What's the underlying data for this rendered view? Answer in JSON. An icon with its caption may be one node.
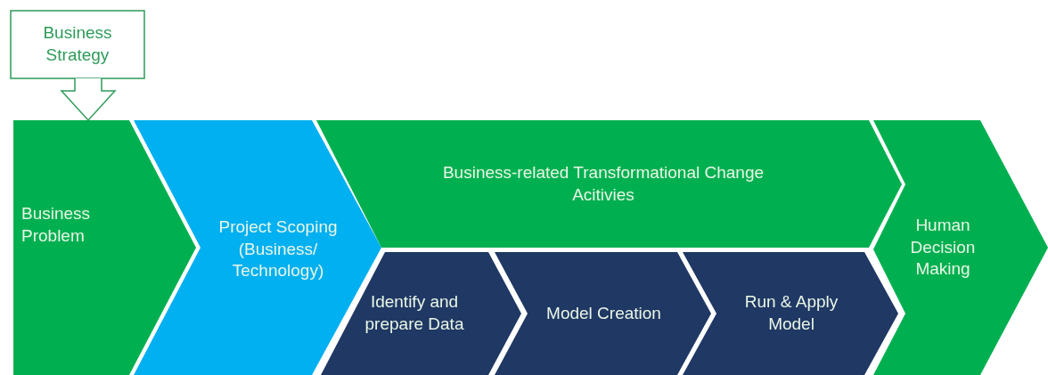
{
  "diagram": {
    "nodes": [
      {
        "text": [
          "Business Strategy"
        ]
      },
      {
        "text": [
          "Business Problem"
        ]
      },
      {
        "text": [
          "Project Scoping (Business/ Technology)"
        ]
      },
      {
        "text": [
          "Business-related Transformational Change Acitivies"
        ]
      },
      {
        "text": [
          "Identify and prepare Data"
        ]
      },
      {
        "text": [
          "Model Creation"
        ]
      },
      {
        "text": [
          "Run & Apply Model"
        ]
      },
      {
        "text": [
          "Human Decision Making"
        ]
      }
    ],
    "edges": [
      {
        "from": 0,
        "to": 1,
        "arrow": "to"
      }
    ]
  }
}
